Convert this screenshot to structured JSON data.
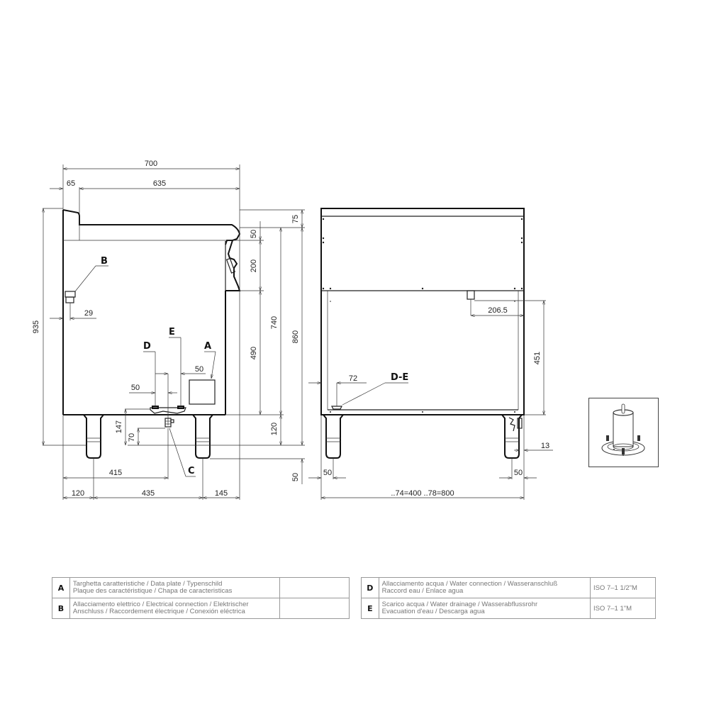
{
  "side_view": {
    "dims": {
      "width_total": "700",
      "offset_left": "65",
      "width_top": "635",
      "height_total": "935",
      "h_top": "75",
      "h_upper": "50",
      "h_panel": "200",
      "h_lower": "490",
      "h_body": "740",
      "h_overall": "860",
      "h_legs": "120",
      "h_adj": "50",
      "b_offset": "29",
      "d_offset": "50",
      "e_offset": "50",
      "c_height_147": "147",
      "c_height_70": "70",
      "c_dist": "415",
      "leg_left": "120",
      "leg_span": "435",
      "leg_right": "145"
    },
    "labels": {
      "a": "A",
      "b": "B",
      "c": "C",
      "d": "D",
      "e": "E"
    }
  },
  "front_view": {
    "dims": {
      "conn_offset": "206.5",
      "conn_height": "451",
      "de_offset": "72",
      "leg_left": "50",
      "leg_right": "50",
      "foot_offset": "13",
      "width_variants": "..74=400  ..78=800"
    },
    "labels": {
      "de": "D-E"
    }
  },
  "detail": {
    "icon": "adjustable-foot-icon"
  },
  "legend": {
    "left": [
      {
        "key": "A",
        "line1": "Targhetta caratteristiche / Data plate / Typenschild",
        "line2": "Plaque des caractéristique / Chapa de caracteristicas",
        "spec": ""
      },
      {
        "key": "B",
        "line1": "Allacciamento elettrico / Electrical connection / Elektrischer",
        "line2": "Anschluss / Raccordement électrique / Conexión eléctrica",
        "spec": ""
      }
    ],
    "right": [
      {
        "key": "D",
        "line1": "Allacciamento acqua / Water connection / Wasseranschluß",
        "line2": "Raccord eau / Enlace agua",
        "spec": "ISO 7–1  1/2\"M"
      },
      {
        "key": "E",
        "line1": "Scarico acqua / Water drainage / Wasserabflussrohr",
        "line2": "Evacuation d'eau / Descarga agua",
        "spec": "ISO 7–1  1\"M"
      }
    ]
  }
}
